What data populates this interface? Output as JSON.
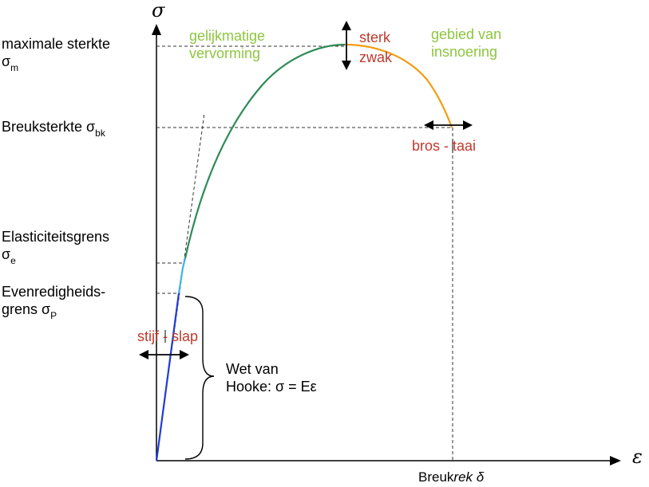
{
  "axes": {
    "y_symbol": "σ",
    "x_symbol": "ε",
    "x_break_label_prefix": "Breuk",
    "x_break_label_italic": "rek",
    "x_break_symbol": "δ"
  },
  "left_labels": {
    "max_strength": {
      "line1": "maximale sterkte",
      "symbol": "σ",
      "sub": "m"
    },
    "break_strength": {
      "text": "Breuksterkte σ",
      "sub": "bk"
    },
    "elastic_limit": {
      "line1": "Elasticiteitsgrens",
      "symbol": "σ",
      "sub": "e"
    },
    "proportional_limit": {
      "line1": "Evenredigheids-",
      "line2": "grens σ",
      "sub": "P"
    }
  },
  "regions": {
    "uniform": {
      "line1": "gelijkmatige",
      "line2": "vervorming"
    },
    "necking": {
      "line1": "gebied van",
      "line2": "insnoering"
    }
  },
  "arrow_labels": {
    "strong": "sterk",
    "weak": "zwak",
    "brittle_tough": "bros - taai",
    "stiff_slack": "stijf - slap"
  },
  "hooke": {
    "line1": "Wet van",
    "line2": "Hooke: σ = Eε"
  },
  "colors": {
    "linear": "#1f3bd6",
    "elastic": "#3fb4e6",
    "hardening": "#2e8b57",
    "necking": "#f39c12",
    "region_text": "#8dc63f",
    "arrow_text": "#c0392b"
  }
}
